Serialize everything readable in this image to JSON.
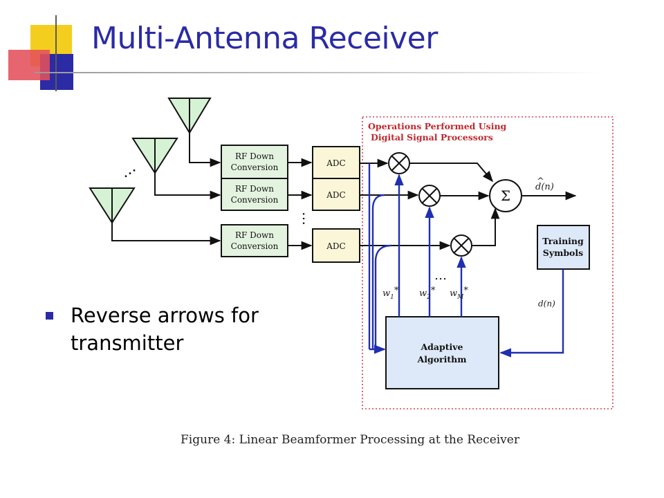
{
  "slide": {
    "title": "Multi-Antenna Receiver",
    "bullets": [
      "Reverse arrows for transmitter"
    ]
  },
  "diagram": {
    "dsp_region_label_line1": "Operations Performed Using",
    "dsp_region_label_line2": "Digital Signal Processors",
    "rf_blocks": [
      {
        "line1": "RF Down",
        "line2": "Conversion"
      },
      {
        "line1": "RF Down",
        "line2": "Conversion"
      },
      {
        "line1": "RF Down",
        "line2": "Conversion"
      }
    ],
    "adc_label": "ADC",
    "sum_symbol": "Σ",
    "output_label": "d(n)",
    "output_hat": "^",
    "training_line1": "Training",
    "training_line2": "Symbols",
    "reference_label": "d(n)",
    "adaptive_line1": "Adaptive",
    "adaptive_line2": "Algorithm",
    "weights": [
      {
        "base": "w",
        "sub": "1",
        "sup": "*"
      },
      {
        "base": "w",
        "sub": "2",
        "sup": "*"
      },
      {
        "base": "w",
        "sub": "M",
        "sup": "*"
      }
    ],
    "ellipsis": "…",
    "caption": "Figure 4:  Linear Beamformer Processing at the Receiver"
  },
  "colors": {
    "title": "#2b2ba6",
    "antenna_fill": "#d6f2d4",
    "rf_fill": "#e4f3e0",
    "adc_fill": "#fbf6d8",
    "algo_fill": "#dde9f8",
    "weight_lines": "#1f2fb0",
    "dsp_border": "#d84050"
  }
}
